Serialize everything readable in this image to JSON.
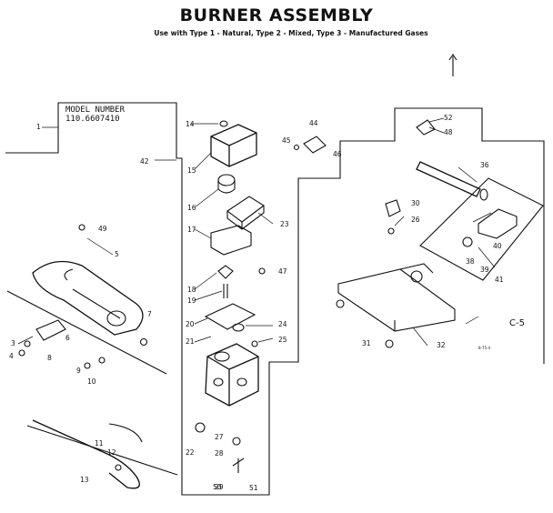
{
  "title": "BURNER ASSEMBLY",
  "subtitle": "Use with Type 1 - Natural, Type 2 - Mixed, Type 3 - Manufactured Gases",
  "model": {
    "heading": "MODEL NUMBER",
    "number": "110.6607410"
  },
  "corner_label": "C-5",
  "drawing_code": "8-75-4",
  "part_numbers": [
    "1",
    "3",
    "4",
    "5",
    "6",
    "7",
    "8",
    "9",
    "10",
    "11",
    "12",
    "13",
    "14",
    "15",
    "16",
    "17",
    "18",
    "19",
    "20",
    "21",
    "22",
    "23",
    "24",
    "25",
    "26",
    "27",
    "28",
    "29",
    "30",
    "31",
    "32",
    "36",
    "38",
    "39",
    "40",
    "41",
    "42",
    "44",
    "45",
    "46",
    "47",
    "48",
    "49",
    "50",
    "51",
    "52"
  ]
}
